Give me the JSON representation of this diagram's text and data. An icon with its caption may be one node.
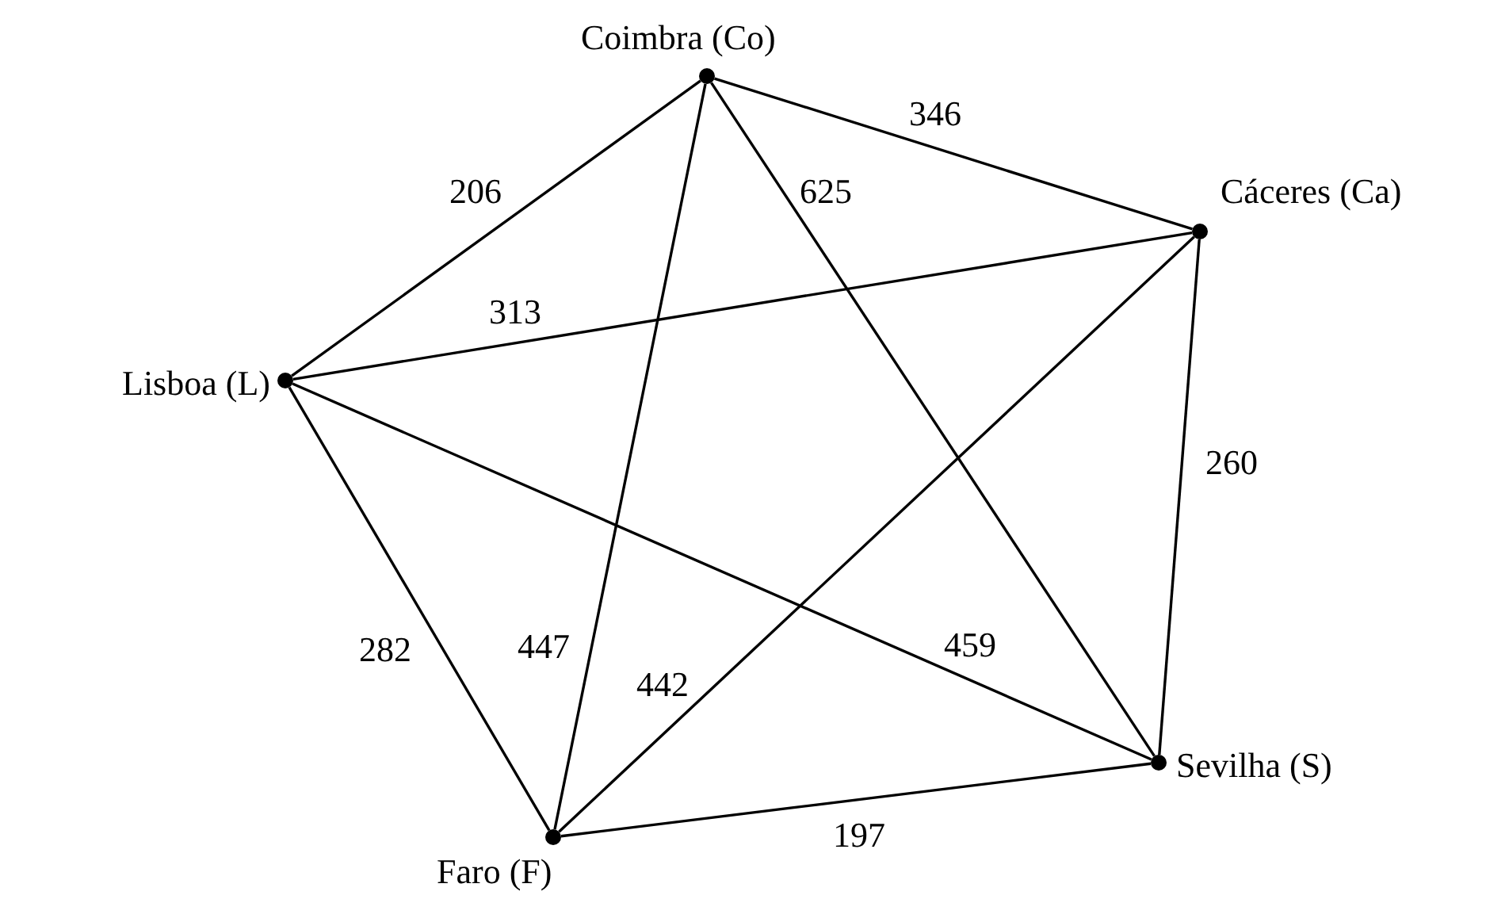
{
  "diagram": {
    "nodes": [
      {
        "text": [],
        "shape": "circle",
        "beside": [
          "Coimbra (Co)"
        ]
      },
      {
        "text": [],
        "shape": "circle",
        "beside": [
          "Cáceres (Ca)"
        ]
      },
      {
        "text": [],
        "shape": "circle",
        "beside": [
          "Lisboa (L)"
        ]
      },
      {
        "text": [],
        "shape": "circle",
        "beside": [
          "Sevilha (S)"
        ]
      },
      {
        "text": [],
        "shape": "circle",
        "beside": [
          "Faro (F)"
        ]
      }
    ],
    "edges": [
      {
        "from": 0,
        "to": 1,
        "arrow": "none",
        "label": "346"
      },
      {
        "from": 0,
        "to": 2,
        "arrow": "none",
        "label": "206"
      },
      {
        "from": 0,
        "to": 3,
        "arrow": "none",
        "label": "625"
      },
      {
        "from": 0,
        "to": 4,
        "arrow": "none",
        "label": "447"
      },
      {
        "from": 2,
        "to": 1,
        "arrow": "none",
        "label": "313"
      },
      {
        "from": 1,
        "to": 3,
        "arrow": "none",
        "label": "260"
      },
      {
        "from": 1,
        "to": 4,
        "arrow": "none",
        "label": "442"
      },
      {
        "from": 2,
        "to": 3,
        "arrow": "none",
        "label": "459"
      },
      {
        "from": 2,
        "to": 4,
        "arrow": "none",
        "label": "282"
      },
      {
        "from": 4,
        "to": 3,
        "arrow": "none",
        "label": "197"
      }
    ]
  }
}
